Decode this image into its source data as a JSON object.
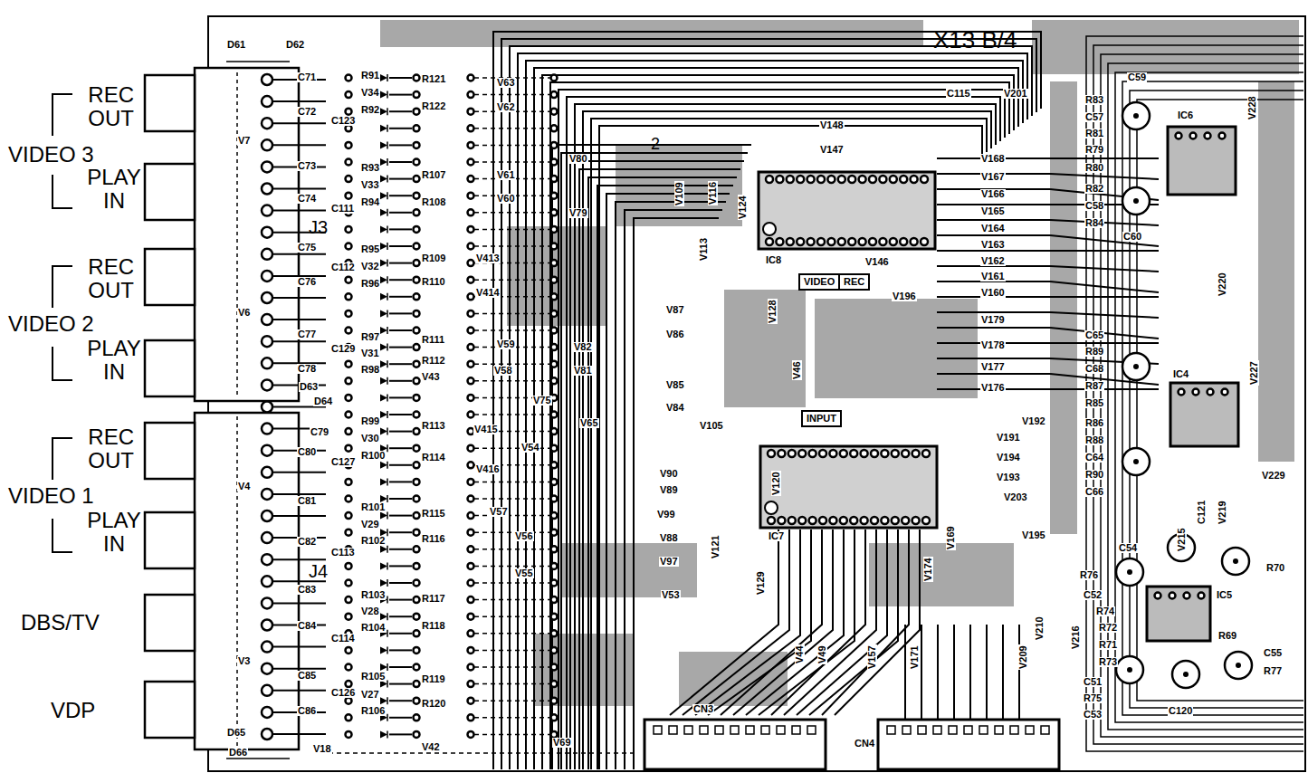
{
  "diagram": {
    "nodes": [
      {
        "text": [
          "VIDEO"
        ]
      },
      {
        "text": [
          "REC"
        ]
      },
      {
        "text": [
          "INPUT"
        ]
      }
    ],
    "labels": [
      "REC OUT",
      "VIDEO 3",
      "PLAY IN",
      "REC OUT",
      "VIDEO 2",
      "PLAY IN",
      "REC OUT",
      "VIDEO 1",
      "PLAY IN",
      "DBS/TV",
      "VDP",
      "X13 B/4",
      "2",
      "J3",
      "J4",
      "IC8",
      "IC7",
      "IC6",
      "IC4",
      "IC5",
      "C71",
      "C72",
      "C73",
      "C74",
      "C75",
      "C76",
      "C77",
      "C78",
      "C79",
      "C80",
      "C81",
      "C82",
      "C83",
      "C84",
      "C85",
      "C86",
      "D61",
      "D62",
      "D63",
      "D64",
      "D65",
      "D66",
      "V7",
      "V6",
      "V4",
      "V3",
      "C123",
      "C111",
      "C112",
      "C129",
      "C127",
      "C113",
      "C114",
      "C126",
      "R91",
      "V34",
      "R92",
      "R121",
      "R122",
      "V63",
      "V62",
      "R93",
      "V33",
      "R94",
      "R107",
      "R108",
      "V61",
      "V60",
      "V80",
      "V79",
      "R95",
      "V32",
      "R96",
      "R109",
      "R110",
      "V413",
      "V414",
      "R97",
      "V31",
      "R98",
      "R111",
      "R112",
      "V43",
      "V59",
      "V58",
      "V82",
      "V81",
      "R99",
      "V30",
      "R100",
      "R113",
      "R114",
      "V415",
      "V416",
      "V54",
      "R101",
      "V29",
      "R102",
      "R115",
      "R116",
      "V57",
      "V56",
      "V55",
      "R103",
      "V28",
      "R104",
      "R117",
      "R118",
      "R105",
      "V27",
      "R106",
      "R119",
      "R120",
      "V18",
      "V42",
      "V69",
      "V109",
      "V116",
      "V124",
      "V113",
      "V128",
      "V87",
      "V86",
      "V85",
      "V84",
      "V105",
      "V90",
      "V89",
      "V99",
      "V88",
      "V97",
      "V53",
      "V121",
      "V129",
      "V120",
      "V75",
      "V65",
      "V46",
      "V146",
      "V196",
      "V148",
      "V147",
      "C115",
      "V201",
      "V168",
      "V167",
      "V166",
      "V165",
      "V164",
      "V163",
      "V162",
      "V161",
      "V160",
      "V179",
      "V178",
      "V177",
      "V176",
      "V192",
      "V191",
      "V194",
      "V193",
      "V203",
      "V195",
      "V169",
      "V174",
      "C59",
      "R83",
      "C57",
      "R81",
      "R79",
      "R80",
      "R82",
      "C58",
      "R84",
      "C60",
      "C65",
      "R89",
      "C68",
      "R87",
      "R85",
      "R86",
      "R88",
      "C64",
      "R90",
      "C66",
      "C54",
      "R76",
      "C52",
      "R74",
      "R72",
      "R71",
      "R73",
      "C51",
      "R75",
      "C53",
      "R69",
      "C55",
      "R77",
      "C120",
      "R70",
      "V228",
      "V220",
      "V227",
      "V229",
      "V215",
      "C121",
      "V219",
      "CN3",
      "CN4",
      "V44",
      "V49",
      "V210",
      "V216",
      "V209",
      "V157",
      "V171"
    ]
  }
}
